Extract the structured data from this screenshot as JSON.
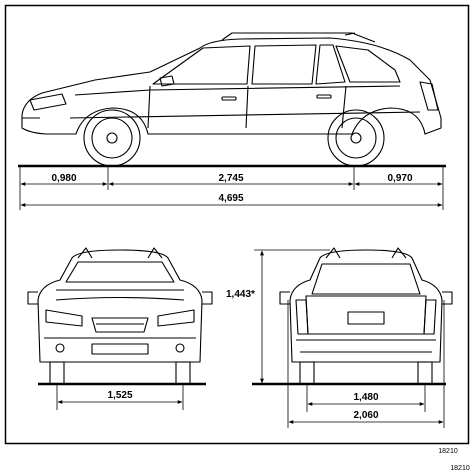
{
  "dimensions": {
    "front_overhang": "0,980",
    "wheelbase": "2,745",
    "rear_overhang": "0,970",
    "overall_length": "4,695",
    "height": "1,443*",
    "front_track": "1,525",
    "rear_track": "1,480",
    "overall_width": "2,060"
  },
  "reference_code": "18210"
}
